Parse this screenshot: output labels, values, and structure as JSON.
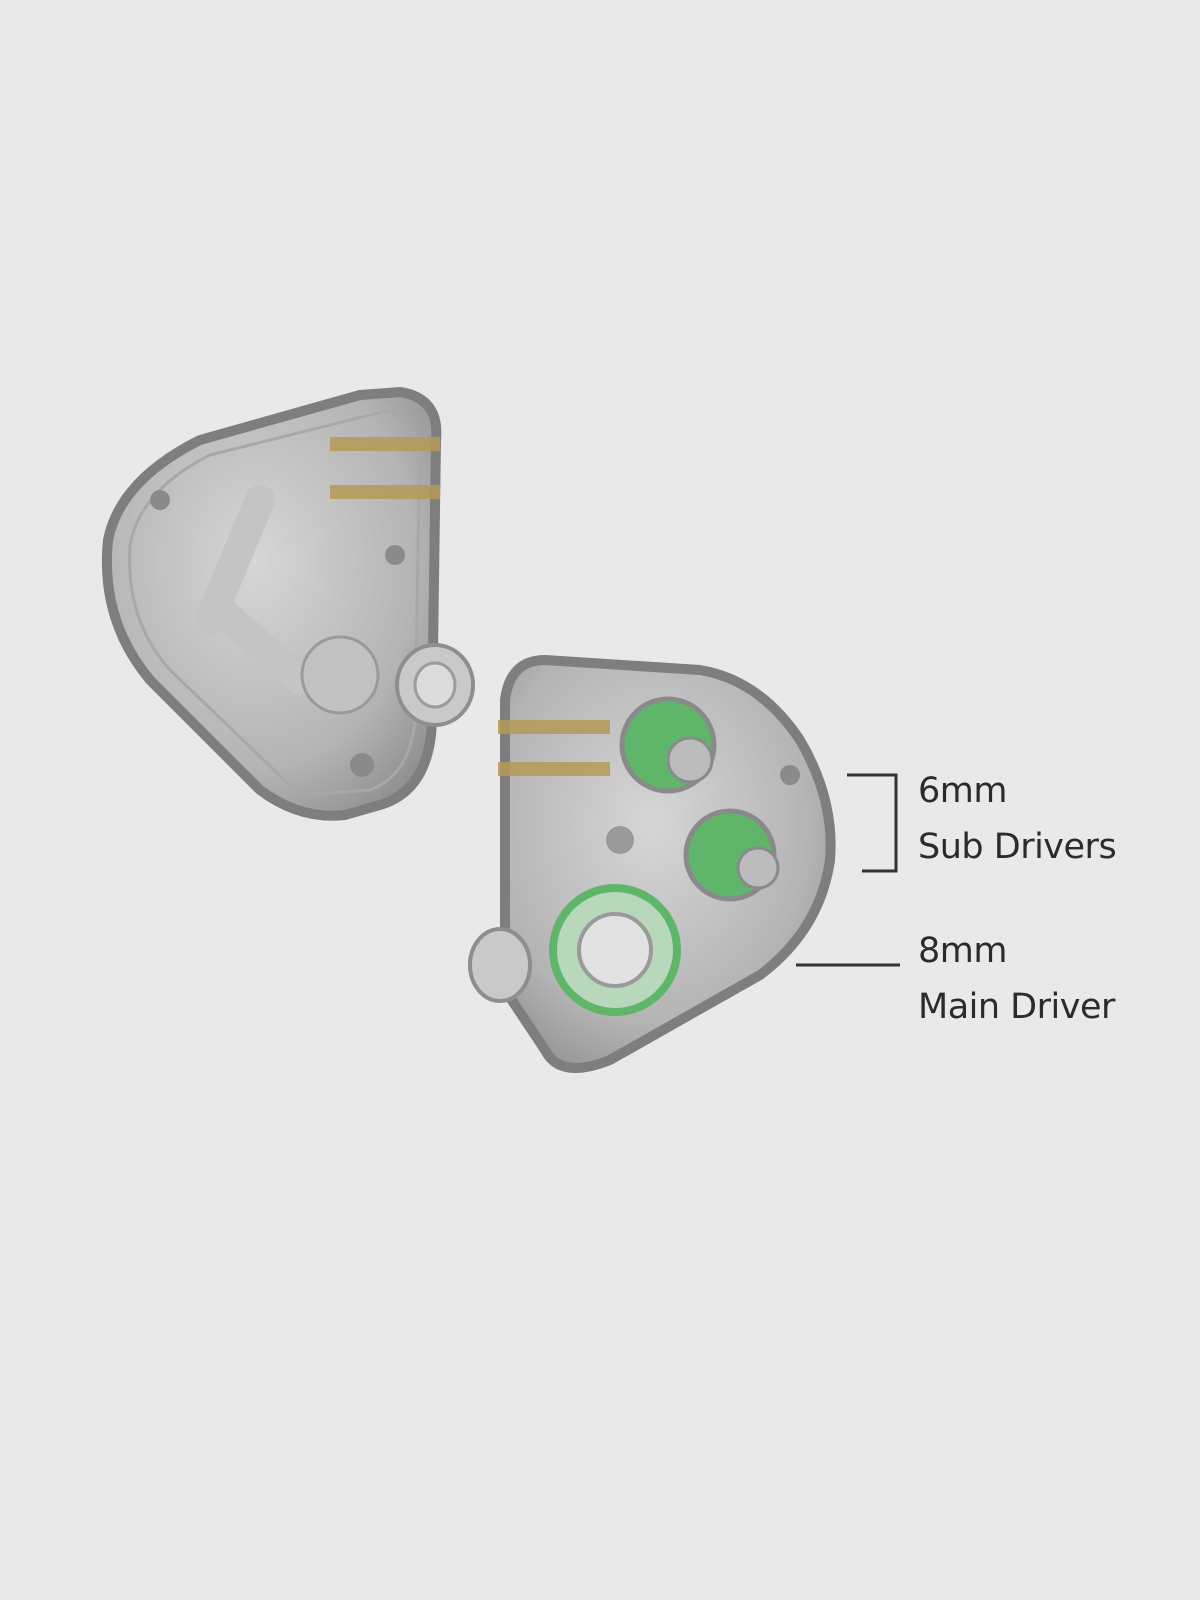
{
  "labels": {
    "sub": {
      "size": "6mm",
      "name": "Sub Drivers"
    },
    "main": {
      "size": "8mm",
      "name": "Main Driver"
    }
  },
  "colors": {
    "background": "#e9e9e9",
    "shell": "#9a9a9a",
    "driver_green": "#5fb56a",
    "connector_gold": "#b59a55",
    "text": "#2b2b2b"
  }
}
